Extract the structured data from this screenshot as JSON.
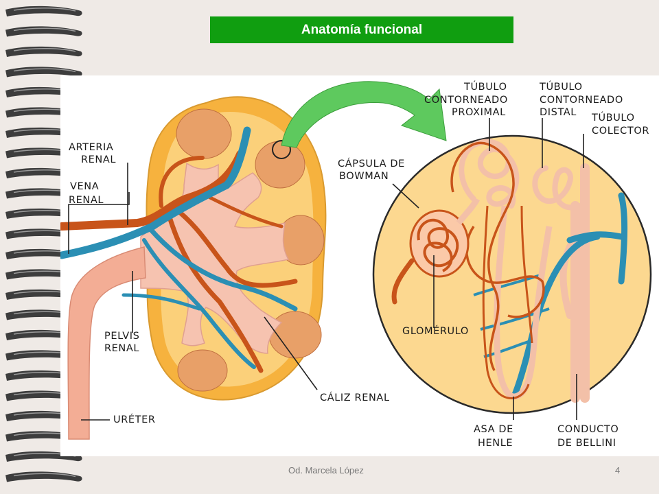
{
  "slide": {
    "title": "Anatomía funcional",
    "footer_author": "Od. Marcela López",
    "page_number": "4"
  },
  "diagram": {
    "labels": {
      "arteria_renal_1": "ARTERIA",
      "arteria_renal_2": "RENAL",
      "vena_renal_1": "VENA",
      "vena_renal_2": "RENAL",
      "pelvis_renal_1": "PELVIS",
      "pelvis_renal_2": "RENAL",
      "ureter": "URÉTER",
      "caliz_renal": "CÁLIZ RENAL",
      "capsula_1": "CÁPSULA DE",
      "capsula_2": "BOWMAN",
      "glomerulo": "GLOMÉRULO",
      "tcp_1": "TÚBULO",
      "tcp_2": "CONTORNEADO",
      "tcp_3": "PROXIMAL",
      "tcd_1": "TÚBULO",
      "tcd_2": "CONTORNEADO",
      "tcd_3": "DISTAL",
      "tc_1": "TÚBULO",
      "tc_2": "COLECTOR",
      "asa_1": "ASA DE",
      "asa_2": "HENLE",
      "bellini_1": "CONDUCTO",
      "bellini_2": "DE BELLINI"
    },
    "colors": {
      "cortex": "#f6b23e",
      "cortex_light": "#fbd07a",
      "pelvis": "#f6c3b0",
      "artery": "#c8541a",
      "vein": "#2b8fb4",
      "tubule": "#f3c0a8",
      "title_bar": "#109e10",
      "arrow": "#5ec95e"
    }
  }
}
